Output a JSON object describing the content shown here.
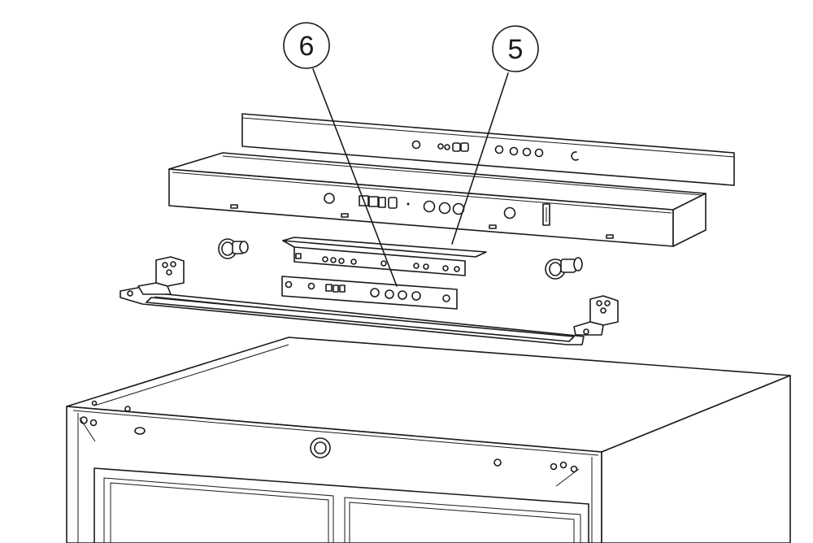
{
  "callouts": [
    {
      "id": "callout-6",
      "label": "6"
    },
    {
      "id": "callout-5",
      "label": "5"
    }
  ],
  "colors": {
    "line": "#1a1a1a",
    "background": "#ffffff",
    "shade": "#bdbdbd"
  }
}
